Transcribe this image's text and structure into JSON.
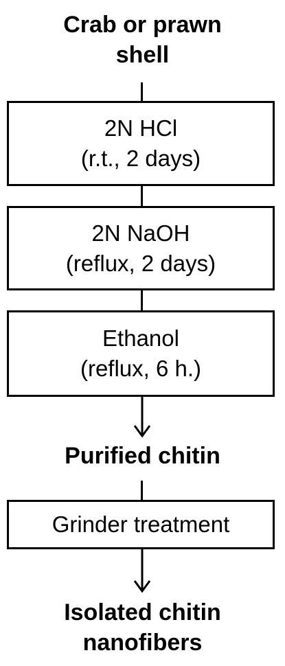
{
  "flow": {
    "start": {
      "line1": "Crab or prawn",
      "line2": "shell"
    },
    "steps": [
      {
        "line1": "2N HCl",
        "line2": "(r.t., 2 days)"
      },
      {
        "line1": "2N NaOH",
        "line2": "(reflux, 2 days)"
      },
      {
        "line1": "Ethanol",
        "line2": "(reflux, 6 h.)"
      }
    ],
    "middle": "Purified chitin",
    "treatment": "Grinder treatment",
    "end": {
      "line1": "Isolated chitin",
      "line2": "nanofibers"
    }
  }
}
